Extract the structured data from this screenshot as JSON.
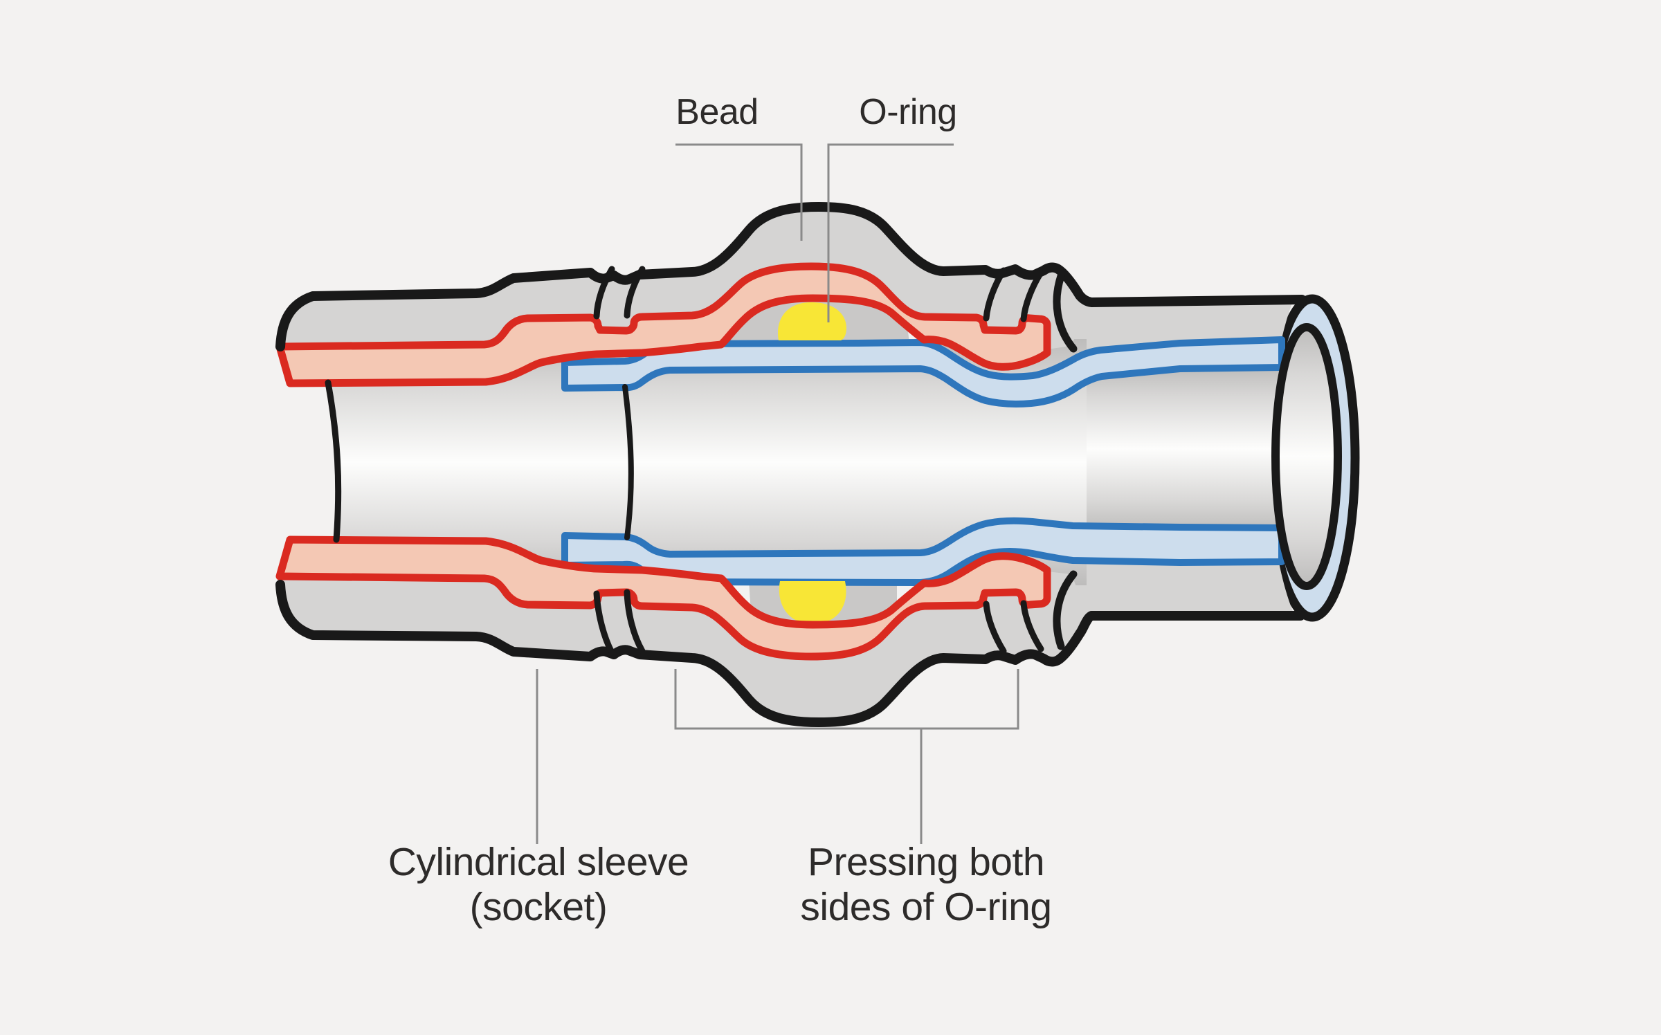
{
  "figure": {
    "type": "technical-illustration",
    "subject": "Press fitting joint cross-section with O-ring seal"
  },
  "labels": {
    "bead": "Bead",
    "oring": "O-ring",
    "sleeve": "Cylindrical sleeve\n(socket)",
    "pressing": "Pressing both\nsides of O-ring"
  },
  "colors": {
    "background": "#f3f2f1",
    "outline": "#191919",
    "socket_gray": "#d5d4d3",
    "wall_red": "#da2a20",
    "wall_red_fill": "#f4c8b4",
    "pipe_blue": "#2e76bc",
    "pipe_blue_fill": "#cddded",
    "oring_yellow": "#f8e636",
    "gap_gray": "#c9c8c7",
    "interior_edge": "#bdbcbb",
    "interior_mid": "#d8d7d6",
    "interior_light": "#fdfdfc",
    "leader": "#8a8a8a",
    "text": "#2d2b2a"
  }
}
